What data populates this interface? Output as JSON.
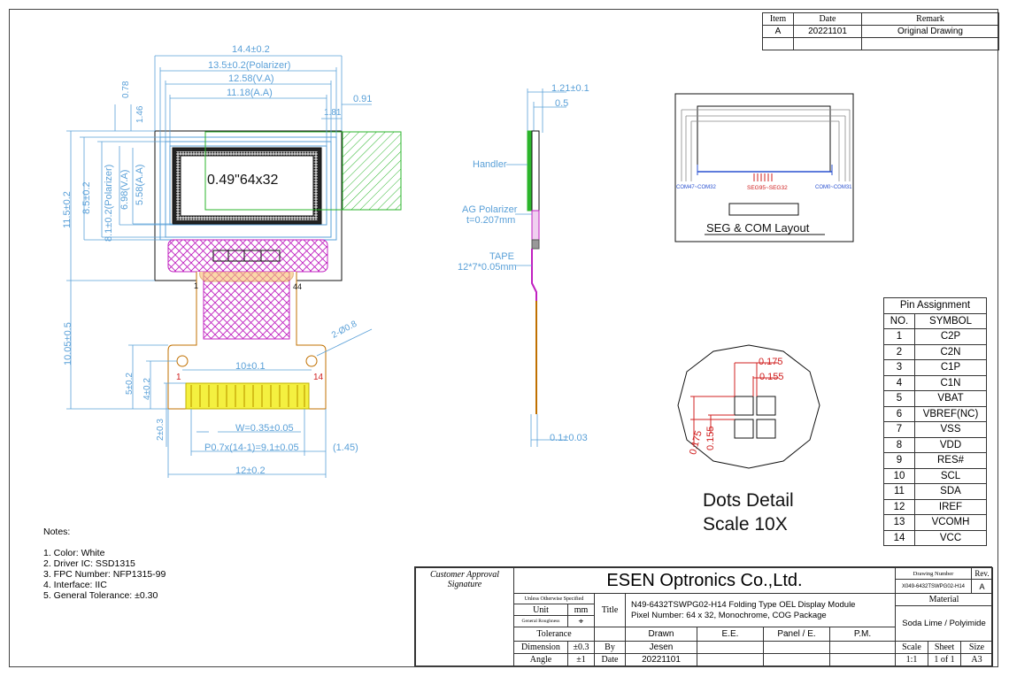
{
  "revision_table": {
    "headers": [
      "Item",
      "Date",
      "Remark"
    ],
    "row": [
      "A",
      "20221101",
      "Original Drawing"
    ]
  },
  "front_view": {
    "display_label": "0.49\"64x32",
    "dims": {
      "outline_w": "14.4±0.2",
      "polarizer_w": "13.5±0.2(Polarizer)",
      "va_w": "12.58(V.A)",
      "aa_w": "11.18(A.A)",
      "offset_091": "0.91",
      "offset_181": "1.81",
      "dim_078": "0.78",
      "dim_146": "1.46",
      "outline_h": "11.5±0.2",
      "polarizer_h": "8.1±0.2(Polarizer)",
      "glass_h": "8.5±0.2",
      "va_h": "6.98(V.A)",
      "aa_h": "5.58(A.A)",
      "total_h": "10.05±0.5",
      "fpc_dim_5": "5±0.2",
      "fpc_dim_4": "4±0.2",
      "fpc_dim_2": "2±0.3",
      "pin_span": "10±0.1",
      "pin_width": "W=0.35±0.05",
      "pitch": "P0.7x(14-1)=9.1±0.05",
      "pitch_rem": "(1.45)",
      "fpc_w": "12±0.2",
      "hole": "2-Ø0.8",
      "pin_1_top": "1",
      "pin_44": "44",
      "pin_1": "1",
      "pin_14": "14"
    }
  },
  "side_view": {
    "dim_121": "1.21±0.1",
    "dim_05": "0.5",
    "handler": "Handler",
    "ag_polarizer_1": "AG Polarizer",
    "ag_polarizer_2": "t=0.207mm",
    "tape_1": "TAPE",
    "tape_2": "12*7*0.05mm",
    "dim_01": "0.1±0.03"
  },
  "seg_com": {
    "com_left": "COM47~COM32",
    "seg": "SEG95~SEG32",
    "com_right": "COM0~COM31",
    "caption": "SEG & COM Layout"
  },
  "dots": {
    "d1": "0.175",
    "d2": "0.155",
    "d3": "0.155",
    "d4": "0.175",
    "caption_1": "Dots Detail",
    "caption_2": "Scale 10X"
  },
  "pin_assignment": {
    "title": "Pin Assignment",
    "col_no": "NO.",
    "col_symbol": "SYMBOL",
    "pins": [
      {
        "no": "1",
        "symbol": "C2P"
      },
      {
        "no": "2",
        "symbol": "C2N"
      },
      {
        "no": "3",
        "symbol": "C1P"
      },
      {
        "no": "4",
        "symbol": "C1N"
      },
      {
        "no": "5",
        "symbol": "VBAT"
      },
      {
        "no": "6",
        "symbol": "VBREF(NC)"
      },
      {
        "no": "7",
        "symbol": "VSS"
      },
      {
        "no": "8",
        "symbol": "VDD"
      },
      {
        "no": "9",
        "symbol": "RES#"
      },
      {
        "no": "10",
        "symbol": "SCL"
      },
      {
        "no": "11",
        "symbol": "SDA"
      },
      {
        "no": "12",
        "symbol": "IREF"
      },
      {
        "no": "13",
        "symbol": "VCOMH"
      },
      {
        "no": "14",
        "symbol": "VCC"
      }
    ]
  },
  "notes": {
    "title": "Notes:",
    "items": [
      "1. Color: White",
      "2. Driver IC: SSD1315",
      "3. FPC Number: NFP1315-99",
      "4. Interface: IIC",
      "5. General Tolerance: ±0.30"
    ]
  },
  "title_block": {
    "customer_approval": "Customer Approval",
    "signature": "Signature",
    "company": "ESEN Optronics Co.,Ltd.",
    "drawing_number_label": "Drawing Number",
    "drawing_number": "X049-6432TSWPG02-H14",
    "rev_label": "Rev.",
    "rev": "A",
    "unless": "Unless Otherwise Specified",
    "unit_label": "Unit",
    "unit": "mm",
    "roughness": "General Roughness",
    "title_label": "Title",
    "title_line1": "N49-6432TSWPG02-H14 Folding Type OEL Display Module",
    "title_line2": "Pixel Number: 64 x 32, Monochrome, COG Package",
    "material_label": "Material",
    "material": "Soda Lime / Polyimide",
    "tolerance": "Tolerance",
    "dimension_label": "Dimension",
    "dimension": "±0.3",
    "angle_label": "Angle",
    "angle": "±1",
    "by_label": "By",
    "date_label": "Date",
    "drawn_label": "Drawn",
    "drawn_by": "Jesen",
    "drawn_date": "20221101",
    "ee": "E.E.",
    "panel": "Panel / E.",
    "pm": "P.M.",
    "scale_label": "Scale",
    "scale": "1:1",
    "sheet_label": "Sheet",
    "sheet": "1 of 1",
    "size_label": "Size",
    "size": "A3"
  }
}
